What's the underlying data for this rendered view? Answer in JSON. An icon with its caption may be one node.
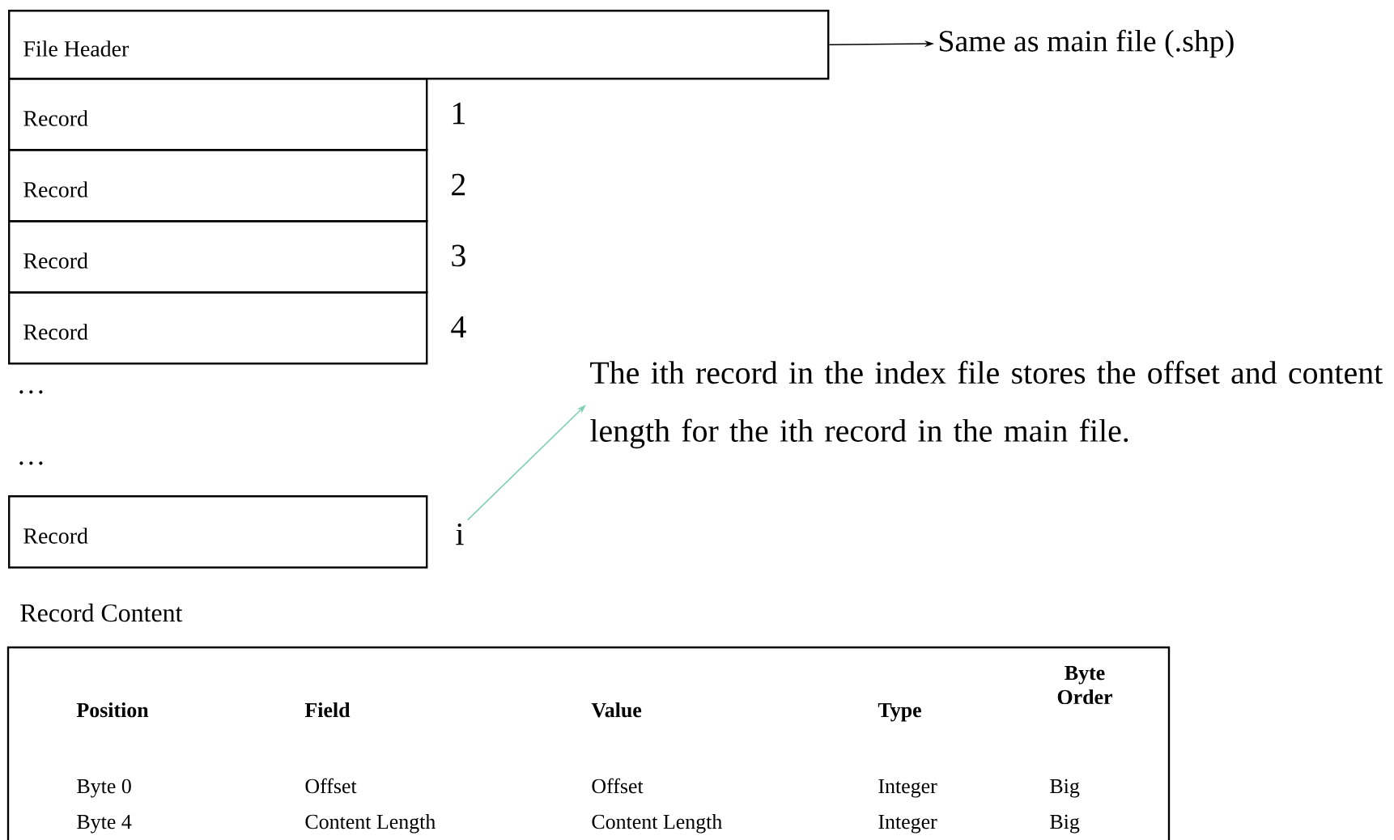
{
  "diagram": {
    "nodes": [
      {
        "text": [
          "File Header"
        ]
      },
      {
        "text": [
          "Same as main file (.shp)"
        ]
      },
      {
        "text": [
          "Record"
        ],
        "beside": [
          "1"
        ]
      },
      {
        "text": [
          "Record"
        ],
        "beside": [
          "2"
        ]
      },
      {
        "text": [
          "Record"
        ],
        "beside": [
          "3"
        ]
      },
      {
        "text": [
          "Record"
        ],
        "beside": [
          "4"
        ]
      },
      {
        "text": [
          "Record"
        ]
      },
      {
        "text": [
          "i"
        ]
      },
      {
        "text": [
          "The ith record in the index file stores the offset and content length for the ith record in the main file."
        ]
      }
    ],
    "edges": [
      {
        "from": 0,
        "to": 1,
        "arrow": "to"
      },
      {
        "from": 7,
        "to": 8,
        "arrow": "to",
        "color": "#7fcfb4"
      }
    ],
    "labels": [
      "…",
      "…",
      "Record Content",
      "Position",
      "Field",
      "Value",
      "Type",
      "Byte Order",
      "Byte 0",
      "Offset",
      "Offset",
      "Integer",
      "Big",
      "Byte 4",
      "Content Length",
      "Content Length",
      "Integer",
      "Big"
    ]
  }
}
